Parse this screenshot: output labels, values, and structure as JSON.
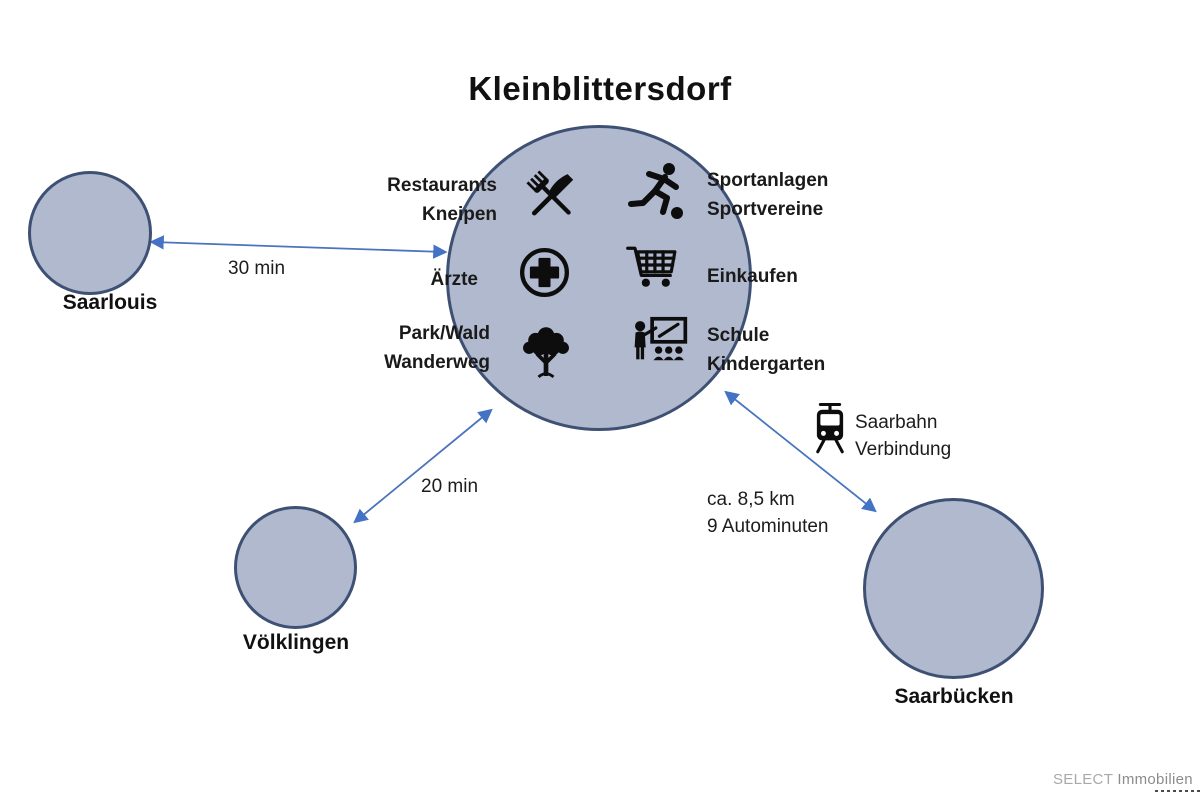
{
  "title": "Kleinblittersdorf",
  "colors": {
    "circle_fill": "#b0b9cd",
    "circle_border": "#3e5073",
    "arrow": "#4472c4",
    "icon": "#0d0d0d",
    "text": "#1a1a1a",
    "watermark": "#8c8c8c"
  },
  "hub": {
    "amenities": [
      {
        "icon": "fork-knife-icon",
        "lines": [
          "Restaurants",
          "Kneipen"
        ]
      },
      {
        "icon": "runner-icon",
        "lines": [
          "Sportanlagen",
          "Sportvereine"
        ]
      },
      {
        "icon": "medical-cross-icon",
        "lines": [
          "Ärzte"
        ]
      },
      {
        "icon": "shopping-cart-icon",
        "lines": [
          "Einkaufen"
        ]
      },
      {
        "icon": "tree-icon",
        "lines": [
          "Park/Wald",
          "Wanderweg"
        ]
      },
      {
        "icon": "teacher-icon",
        "lines": [
          "Schule",
          "Kindergarten"
        ]
      }
    ]
  },
  "connections": {
    "saarlouis": {
      "city": "Saarlouis",
      "label": "30 min"
    },
    "voelklingen": {
      "city": "Völklingen",
      "label": "20 min"
    },
    "saarbruecken": {
      "city": "Saarbücken",
      "distance": "ca. 8,5 km",
      "duration": "9 Autominuten",
      "rail_line1": "Saarbahn",
      "rail_line2": "Verbindung",
      "rail_icon": "train-icon"
    }
  },
  "watermark": {
    "brand": "SELECT",
    "suffix": "Immobilien"
  }
}
